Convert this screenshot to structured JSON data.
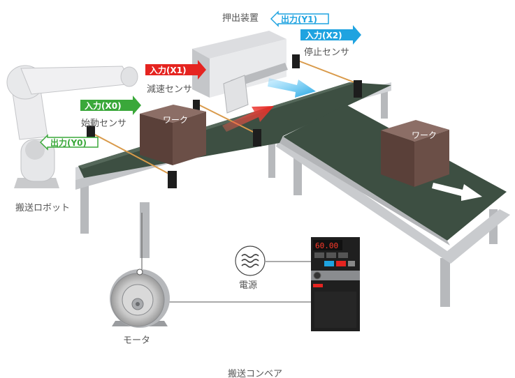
{
  "labels": {
    "pusher": "押出装置",
    "decel_sensor": "減速センサ",
    "stop_sensor": "停止センサ",
    "start_sensor": "始動センサ",
    "robot": "搬送ロボット",
    "motor": "モータ",
    "power": "電源",
    "conveyor": "搬送コンベア",
    "work1": "ワーク",
    "work2": "ワーク"
  },
  "tags": {
    "out_y1": "出力(Y1)",
    "in_x2": "入力(X2)",
    "in_x1": "入力(X1)",
    "in_x0": "入力(X0)",
    "out_y0": "出力(Y0)"
  },
  "inverter": {
    "display": "60.00"
  },
  "colors": {
    "input_x0": "#3aa83a",
    "input_x1": "#e52420",
    "input_x2": "#1fa3e0",
    "output_y1": "#1fa3e0",
    "output_y0": "#3aa83a",
    "belt": "#3d4f42",
    "frame": "#c4c6c9",
    "work_box": "#6b4f47"
  }
}
